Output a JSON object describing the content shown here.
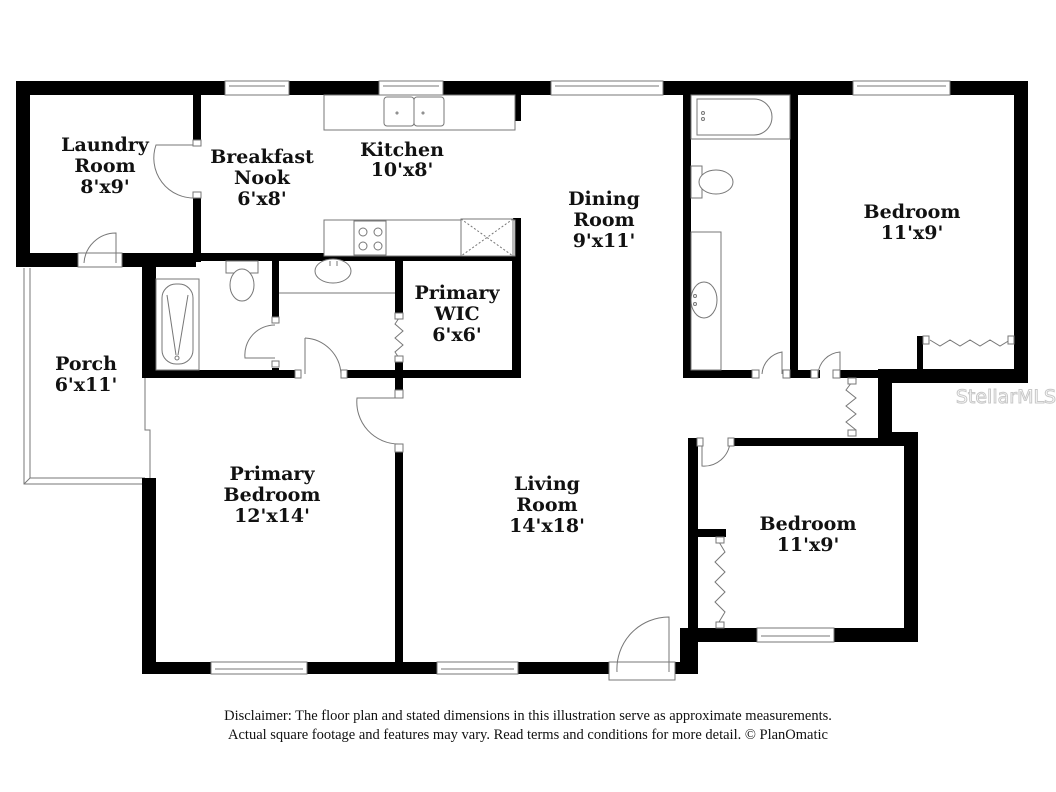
{
  "floor_plan": {
    "rooms": [
      {
        "id": "laundry",
        "name_lines": [
          "Laundry",
          "Room"
        ],
        "dimensions": "8'x9'"
      },
      {
        "id": "breakfast-nook",
        "name_lines": [
          "Breakfast",
          "Nook"
        ],
        "dimensions": "6'x8'"
      },
      {
        "id": "kitchen",
        "name_lines": [
          "Kitchen"
        ],
        "dimensions": "10'x8'"
      },
      {
        "id": "dining-room",
        "name_lines": [
          "Dining",
          "Room"
        ],
        "dimensions": "9'x11'"
      },
      {
        "id": "bedroom-ne",
        "name_lines": [
          "Bedroom"
        ],
        "dimensions": "11'x9'"
      },
      {
        "id": "primary-wic",
        "name_lines": [
          "Primary",
          "WIC"
        ],
        "dimensions": "6'x6'"
      },
      {
        "id": "porch",
        "name_lines": [
          "Porch"
        ],
        "dimensions": "6'x11'"
      },
      {
        "id": "primary-bedroom",
        "name_lines": [
          "Primary",
          "Bedroom"
        ],
        "dimensions": "12'x14'"
      },
      {
        "id": "living-room",
        "name_lines": [
          "Living",
          "Room"
        ],
        "dimensions": "14'x18'"
      },
      {
        "id": "bedroom-se",
        "name_lines": [
          "Bedroom"
        ],
        "dimensions": "11'x9'"
      }
    ],
    "watermark": "StellarMLS",
    "colors": {
      "wall": "#000000",
      "fixture_line": "#777777",
      "background": "#ffffff"
    }
  },
  "disclaimer": {
    "line1": "Disclaimer: The floor plan and stated dimensions in this illustration serve as approximate measurements.",
    "line2": "Actual square footage and features may vary. Read terms and conditions for more detail. © PlanOmatic"
  }
}
